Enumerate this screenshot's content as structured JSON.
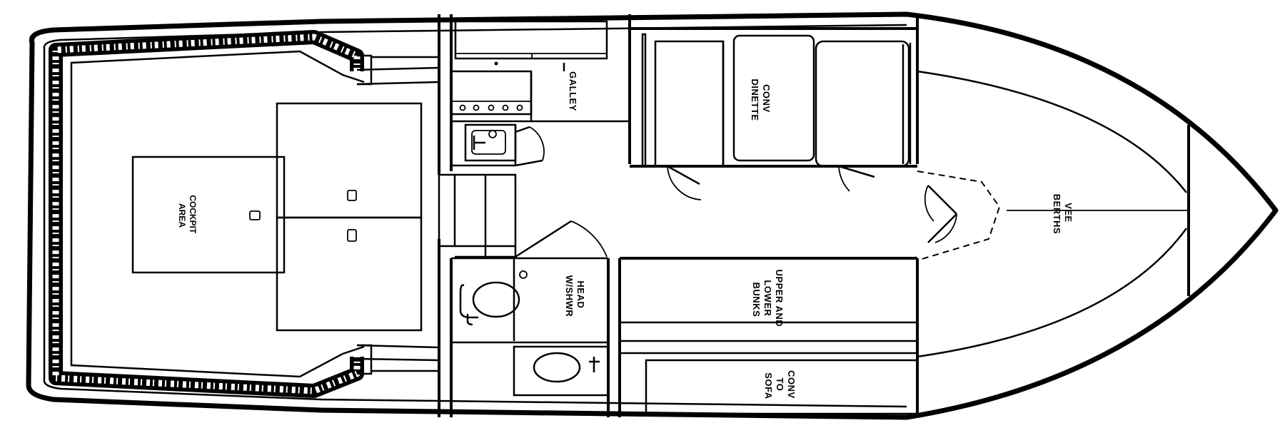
{
  "colors": {
    "ink": "#000000",
    "paper": "#ffffff"
  },
  "labels": {
    "galley": "GALLEY",
    "dinette_line1": "CONV",
    "dinette_line2": "DINETTE",
    "cockpit_line1": "COCKPIT",
    "cockpit_line2": "AREA",
    "vberths_line1": "VEE",
    "vberths_line2": "BERTHS",
    "head_line1": "HEAD",
    "head_line2": "W/SHWR",
    "bunks_line1": "UPPER AND",
    "bunks_line2": "LOWER",
    "bunks_line3": "BUNKS",
    "sofa_line1": "CONV",
    "sofa_line2": "TO",
    "sofa_line3": "SOFA"
  }
}
